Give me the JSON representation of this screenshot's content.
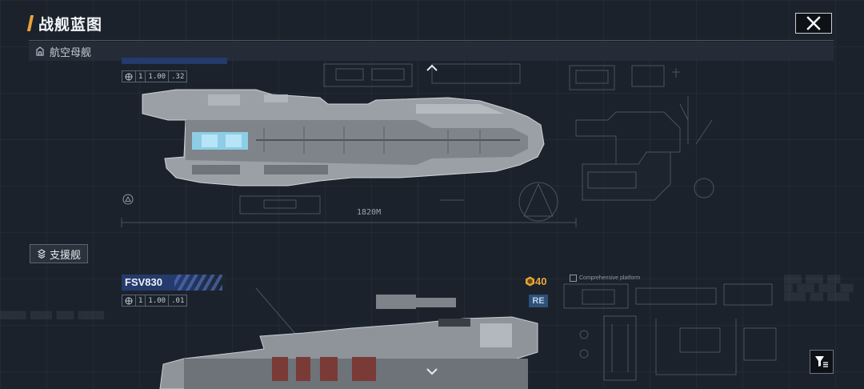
{
  "header": {
    "title": "战舰蓝图"
  },
  "sections": {
    "carrier": {
      "label": "航空母舰"
    },
    "support": {
      "label": "支援舰"
    }
  },
  "ships": [
    {
      "ratio": [
        "1",
        "1.00",
        ".32"
      ],
      "scale": "1820M"
    },
    {
      "name": "FSV830",
      "ratio": [
        "1",
        "1.00",
        ".01"
      ],
      "cost": "40",
      "badge": "RE",
      "platform_label": "Comprehensive platform"
    }
  ],
  "icons": {
    "close": "close-icon",
    "carrier": "hangar-icon",
    "support": "support-ship-icon",
    "filter": "filter-icon",
    "up": "chevron-up-icon",
    "down": "chevron-down-icon",
    "globe": "globe-icon",
    "cost": "cost-gem-icon"
  },
  "colors": {
    "accent": "#e9a23b",
    "name_bar": "#253a6d",
    "badge": "#2e5079"
  }
}
